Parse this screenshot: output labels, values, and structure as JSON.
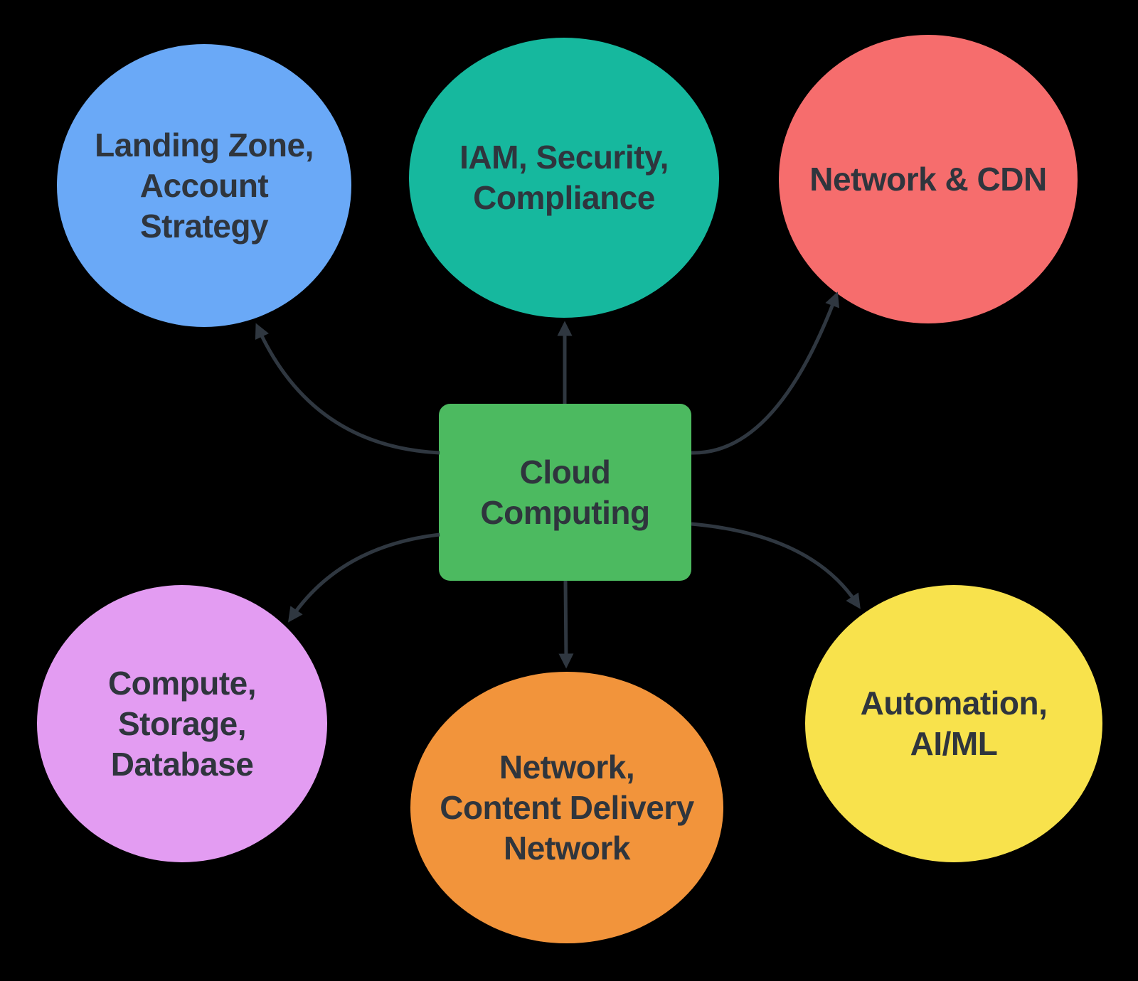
{
  "diagram": {
    "type": "mindmap",
    "colors": {
      "background": "#000000",
      "edge_color": "#2F3740",
      "text_color": "#2F353D"
    },
    "center": {
      "id": "cloud-computing",
      "label": "Cloud Computing",
      "lines": [
        "Cloud",
        "Computing"
      ],
      "shape": "rounded-rectangle",
      "fill": "#4CBA60"
    },
    "nodes": [
      {
        "id": "landing-zone-account-strategy",
        "label": "Landing Zone, Account Strategy",
        "lines": [
          "Landing Zone,",
          "Account",
          "Strategy"
        ],
        "shape": "circle",
        "fill": "#6AA9F7",
        "position": "top-left"
      },
      {
        "id": "iam-security-compliance",
        "label": "IAM, Security, Compliance",
        "lines": [
          "IAM, Security,",
          "Compliance"
        ],
        "shape": "circle",
        "fill": "#16B89E",
        "position": "top-center"
      },
      {
        "id": "network-and-cdn",
        "label": "Network & CDN",
        "lines": [
          "Network & CDN"
        ],
        "shape": "circle",
        "fill": "#F66D6D",
        "position": "top-right"
      },
      {
        "id": "compute-storage-database",
        "label": "Compute, Storage, Database",
        "lines": [
          "Compute,",
          "Storage,",
          "Database"
        ],
        "shape": "circle",
        "fill": "#E39CF2",
        "position": "bottom-left"
      },
      {
        "id": "network-content-delivery-network",
        "label": "Network, Content Delivery Network",
        "lines": [
          "Network,",
          "Content Delivery",
          "Network"
        ],
        "shape": "ellipse",
        "fill": "#F2943B",
        "position": "bottom-center"
      },
      {
        "id": "automation-ai-ml",
        "label": "Automation, AI/ML",
        "lines": [
          "Automation,",
          "AI/ML"
        ],
        "shape": "circle",
        "fill": "#F8E24C",
        "position": "bottom-right"
      }
    ],
    "edges": [
      {
        "from": "cloud-computing",
        "to": "landing-zone-account-strategy"
      },
      {
        "from": "cloud-computing",
        "to": "iam-security-compliance"
      },
      {
        "from": "cloud-computing",
        "to": "network-and-cdn"
      },
      {
        "from": "cloud-computing",
        "to": "compute-storage-database"
      },
      {
        "from": "cloud-computing",
        "to": "network-content-delivery-network"
      },
      {
        "from": "cloud-computing",
        "to": "automation-ai-ml"
      }
    ]
  }
}
